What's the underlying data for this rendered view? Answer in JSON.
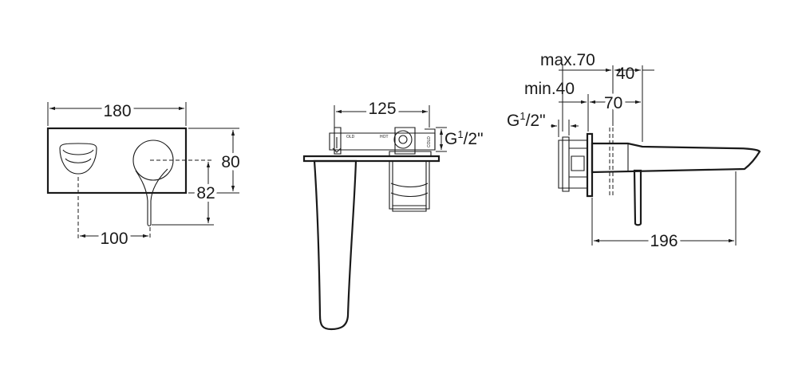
{
  "front_view": {
    "width": "180",
    "height": "80",
    "lever_height": "82",
    "spacing": "100"
  },
  "top_view": {
    "span": "125",
    "thread_main": "G",
    "thread_sup": "1",
    "thread_frac": "/2\"",
    "label_cold": "OLD",
    "label_hot": "HOT",
    "label_cold2": "COLD"
  },
  "side_view": {
    "max": "max.70",
    "max_b": "40",
    "min": "min.40",
    "min_b": "70",
    "thread_main": "G",
    "thread_sup": "1",
    "thread_frac": "/2\"",
    "projection": "196"
  }
}
